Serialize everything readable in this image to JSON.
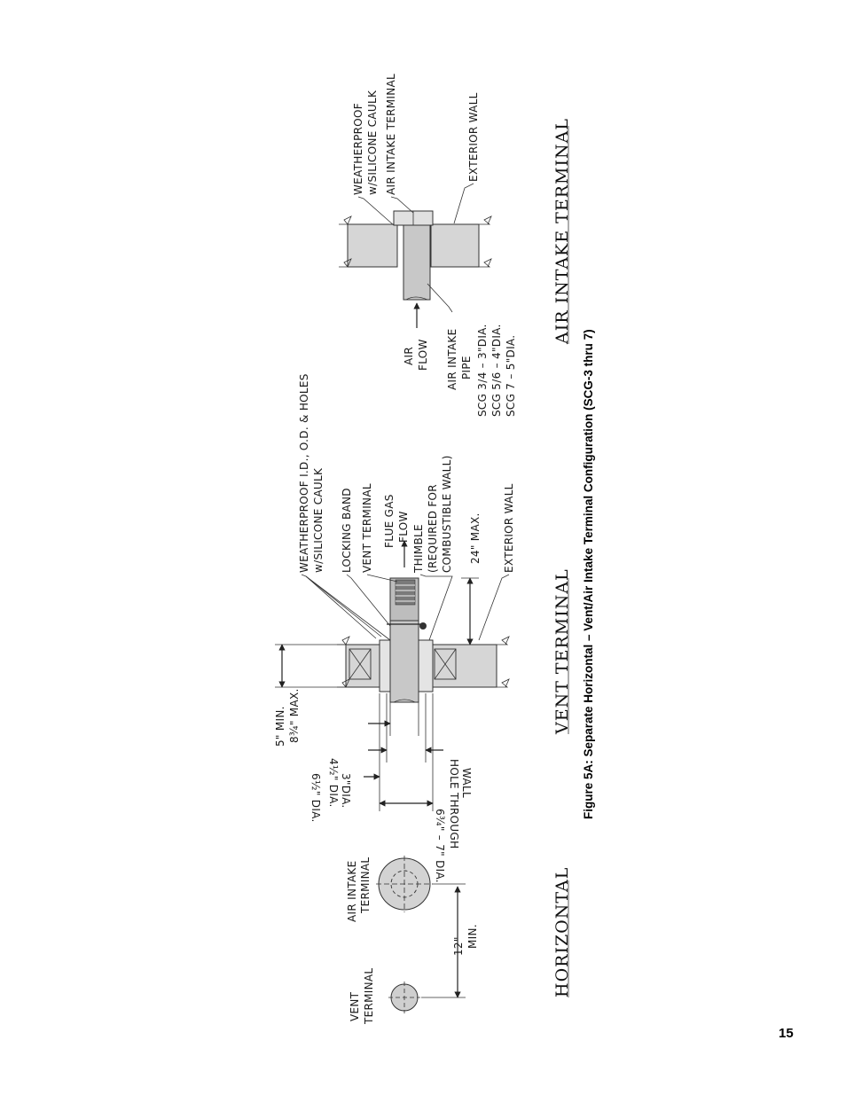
{
  "figure": {
    "caption": "Figure 5A:  Separate Horizontal – Vent/Air Intake Terminal Configuration (SCG-3 thru 7)",
    "page_number": "15"
  },
  "horizontal_section": {
    "heading": "HORIZONTAL",
    "vent_terminal_label_line1": "VENT",
    "vent_terminal_label_line2": "TERMINAL",
    "air_intake_label_line1": "AIR INTAKE",
    "air_intake_label_line2": "TERMINAL",
    "spacing_label_line1": "12\"",
    "spacing_label_line2": "MIN."
  },
  "vent_terminal_section": {
    "heading": "VENT TERMINAL",
    "dim_5_min": "5\" MIN.",
    "dim_8_max": "8¾\" MAX.",
    "dim_3_dia": "3\"DIA.",
    "dim_4_dia": "4½\" DIA.",
    "dim_6_dia": "6½\" DIA.",
    "hole_dia": "6¾\" – 7\" DIA.",
    "hole_line1": "HOLE THROUGH",
    "hole_line2": "WALL",
    "weatherproof_line1": "WEATHERPROOF I.D., O.D. & HOLES",
    "weatherproof_line2": "w/SILICONE CAULK",
    "locking_band": "LOCKING BAND",
    "vent_terminal": "VENT TERMINAL",
    "flue_gas_line1": "FLUE GAS",
    "flue_gas_line2": "FLOW",
    "thimble_line1": "THIMBLE",
    "thimble_line2": "(REQUIRED FOR",
    "thimble_line3": "COMBUSTIBLE WALL)",
    "max_24": "24\" MAX.",
    "exterior_wall": "EXTERIOR WALL"
  },
  "air_intake_section": {
    "heading": "AIR INTAKE TERMINAL",
    "weatherproof_line1": "WEATHERPROOF",
    "weatherproof_line2": "w/SILICONE CAULK",
    "air_intake_terminal": "AIR INTAKE TERMINAL",
    "exterior_wall": "EXTERIOR WALL",
    "air_flow_line1": "AIR",
    "air_flow_line2": "FLOW",
    "pipe_line1": "AIR INTAKE",
    "pipe_line2": "PIPE",
    "scg_34": "SCG 3/4 – 3\"DIA.",
    "scg_56": "SCG 5/6 – 4\"DIA.",
    "scg_7": "SCG 7 – 5\"DIA."
  }
}
